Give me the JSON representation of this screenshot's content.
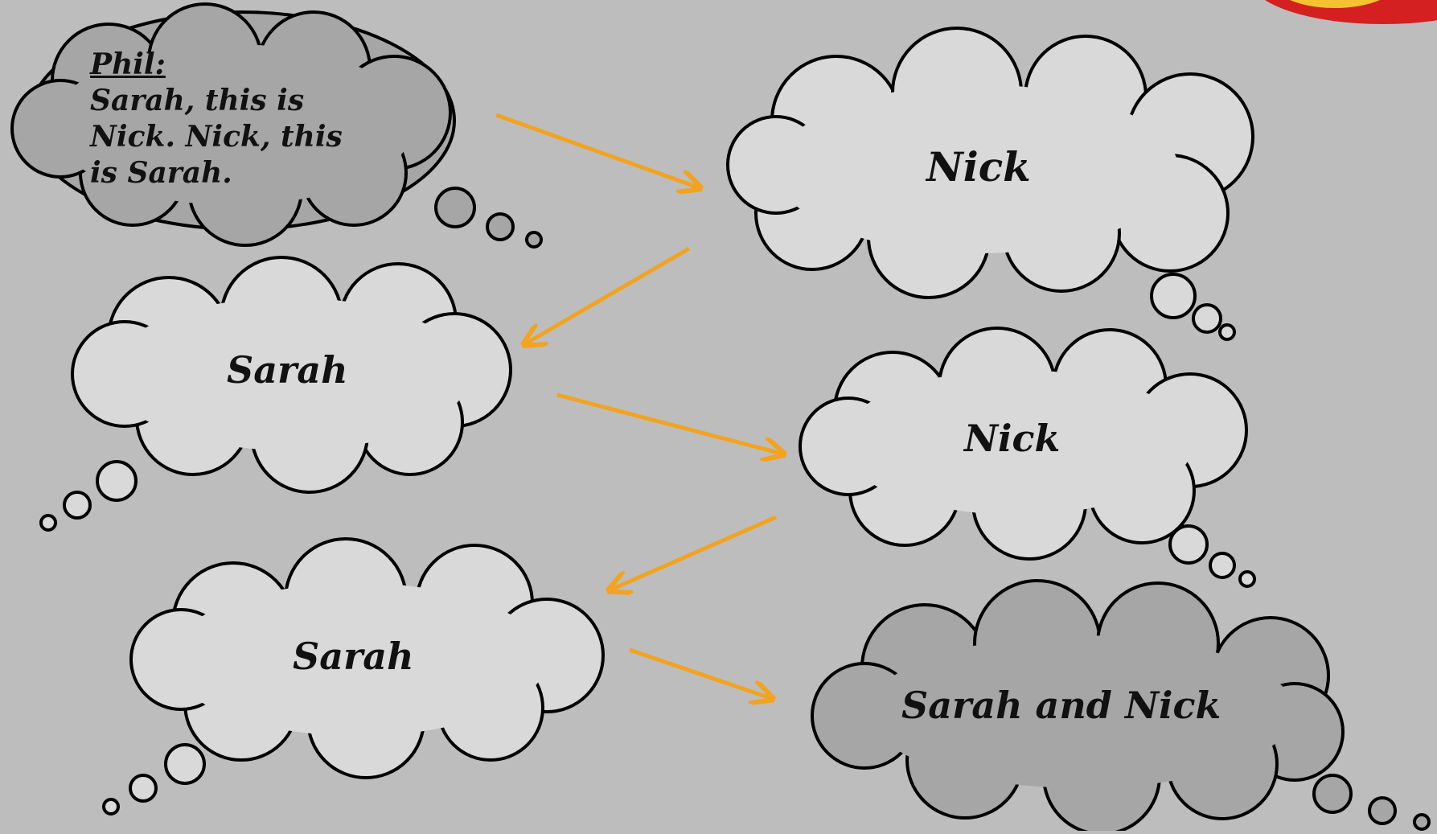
{
  "colors": {
    "background": "#bdbdbd",
    "cloud_light": "#d9d9d9",
    "cloud_dark": "#a6a6a6",
    "outline": "#000000",
    "arrow": "#f2a31f",
    "corner_red": "#d42020",
    "corner_yellow": "#f4c430"
  },
  "phil_cloud": {
    "speaker": "Phil:",
    "lines": [
      "Sarah, this is",
      "Nick. Nick, this",
      "is Sarah."
    ]
  },
  "clouds": {
    "nick_1": "Nick",
    "sarah_1": "Sarah",
    "nick_2": "Nick",
    "sarah_2": "Sarah",
    "sarah_and_nick": "Sarah and Nick"
  }
}
